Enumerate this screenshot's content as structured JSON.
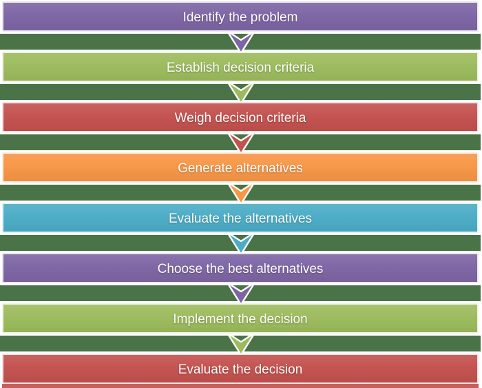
{
  "diagram": {
    "type": "process-flow",
    "orientation": "vertical",
    "steps": [
      {
        "label": "Identify the problem",
        "color": "#7D65A4"
      },
      {
        "label": "Establish decision criteria",
        "color": "#9CBB5C"
      },
      {
        "label": "Weigh decision criteria",
        "color": "#C3514E"
      },
      {
        "label": "Generate alternatives",
        "color": "#F79646"
      },
      {
        "label": "Evaluate the alternatives",
        "color": "#4BACC6"
      },
      {
        "label": "Choose the best alternatives",
        "color": "#7D65A4"
      },
      {
        "label": "Implement the decision",
        "color": "#9CBB5C"
      },
      {
        "label": "Evaluate the decision",
        "color": "#C3514E"
      }
    ],
    "colors": {
      "background_stripe": "#4A7347",
      "page_background": "#FFFFFF",
      "text": "#FFFFFF",
      "arrow_outline": "#FFFFFF"
    }
  }
}
